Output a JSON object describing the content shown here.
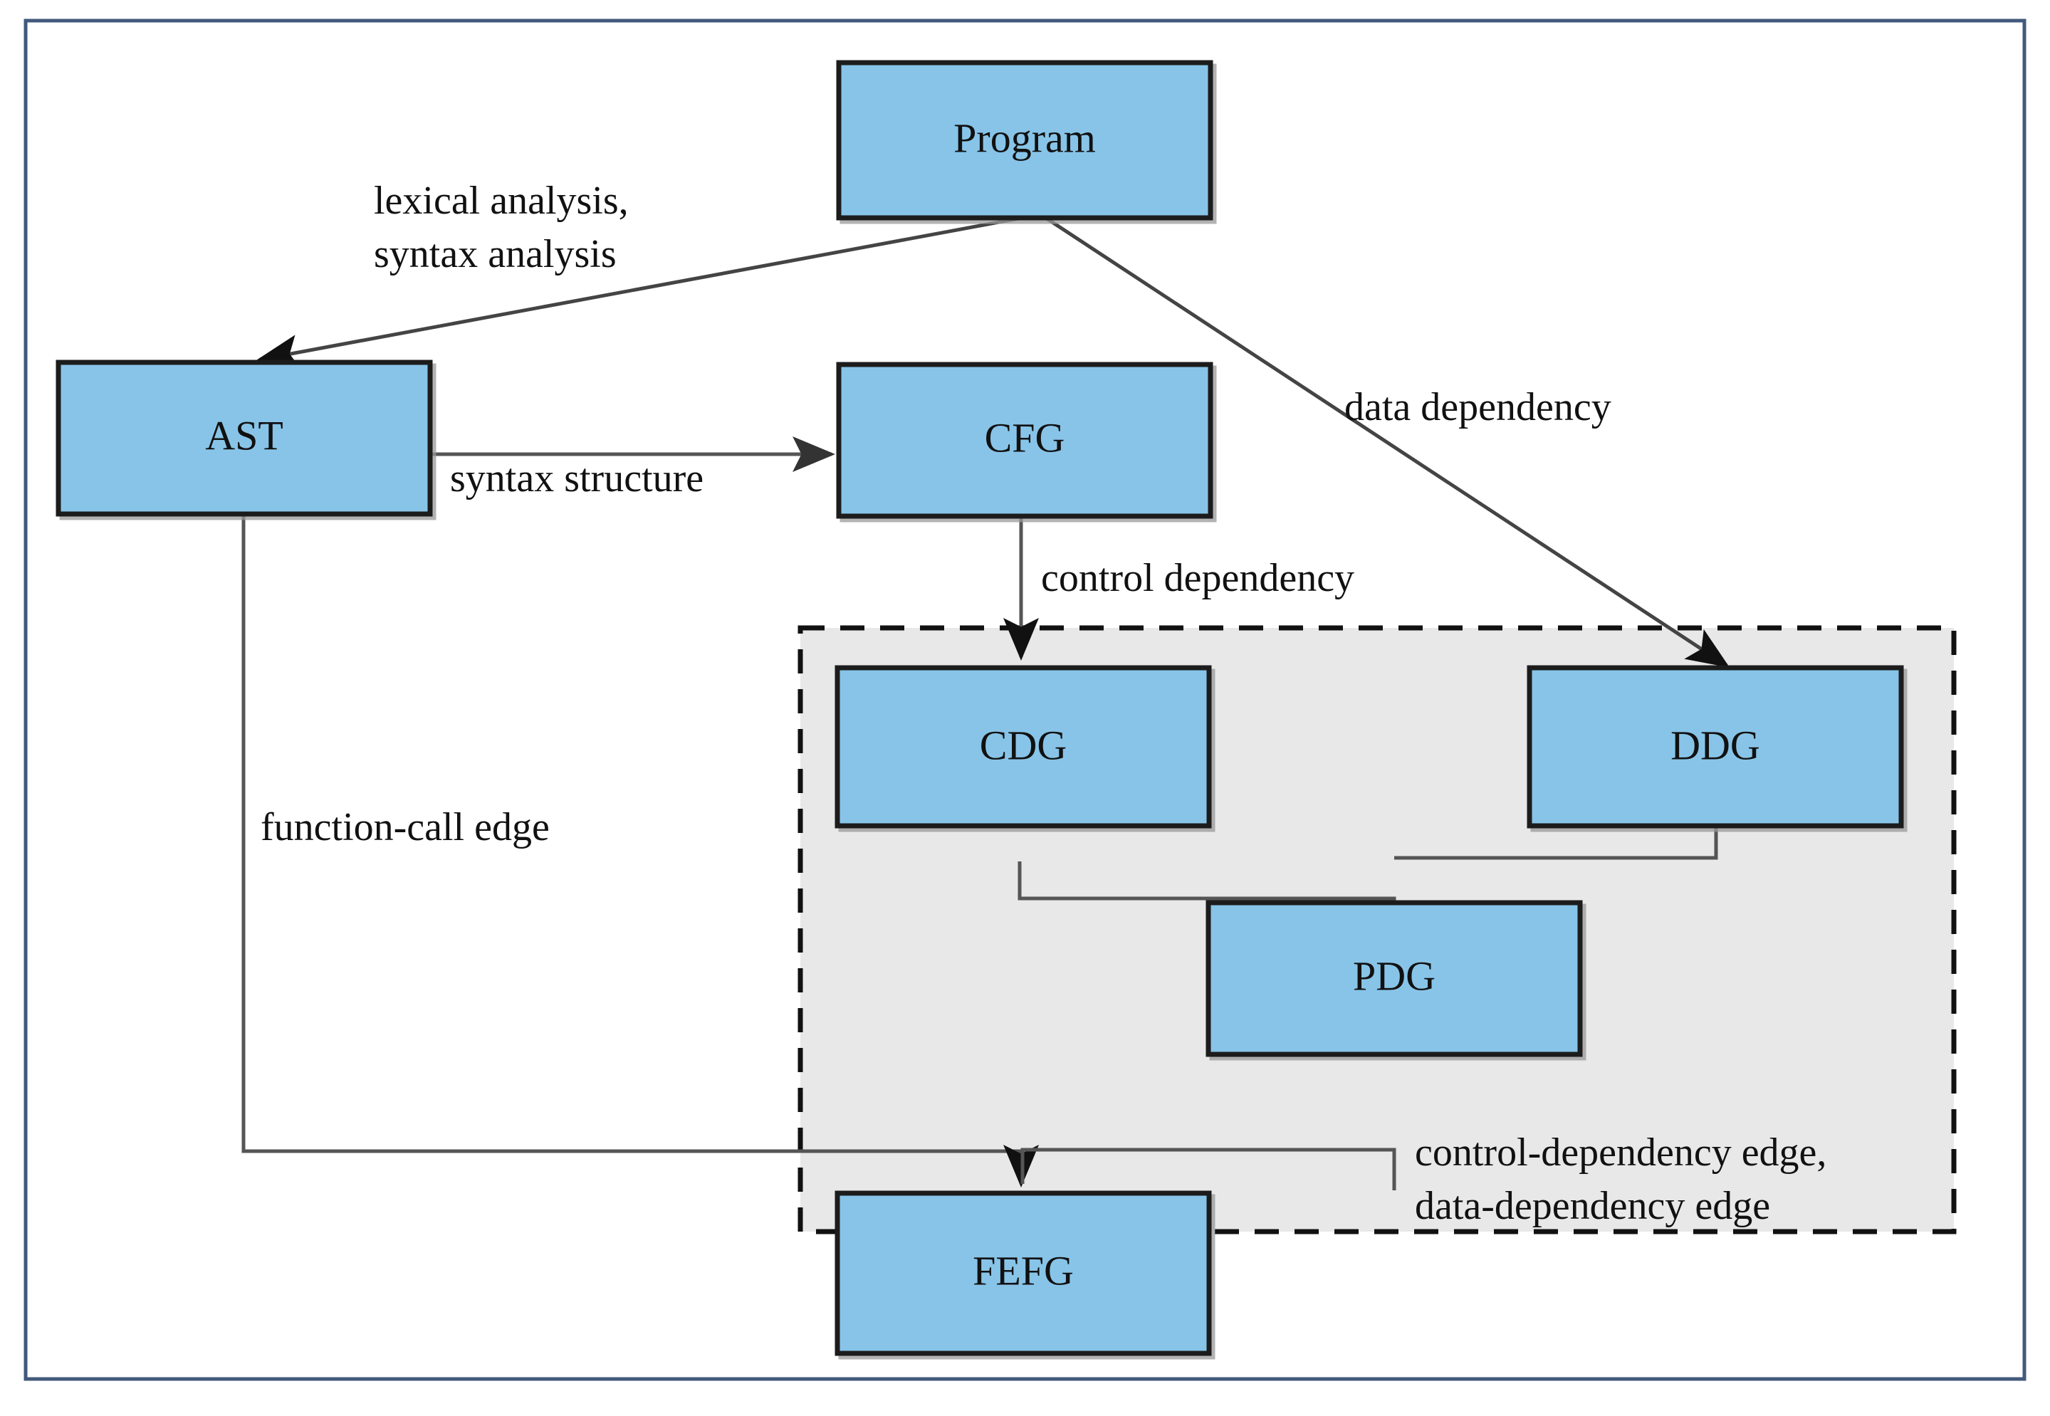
{
  "figure": {
    "type": "flow-diagram",
    "title": "Program representation graph derivation flow",
    "frame": {
      "border_color": "#3f5a7d",
      "background": "#ffffff"
    },
    "colors": {
      "node_fill": "#88c4e8",
      "node_stroke": "#1a1a1a",
      "group_fill": "#e8e8e8",
      "group_stroke": "#111111",
      "edge_stroke": "#555555",
      "text": "#111111"
    },
    "nodes": [
      {
        "id": "program",
        "label": "Program"
      },
      {
        "id": "ast",
        "label": "AST"
      },
      {
        "id": "cfg",
        "label": "CFG"
      },
      {
        "id": "cdg",
        "label": "CDG"
      },
      {
        "id": "ddg",
        "label": "DDG"
      },
      {
        "id": "pdg",
        "label": "PDG"
      },
      {
        "id": "fefg",
        "label": "FEFG"
      }
    ],
    "group": {
      "id": "pdg-group",
      "style": "dashed",
      "members": [
        "cdg",
        "ddg",
        "pdg"
      ]
    },
    "edges": [
      {
        "from": "program",
        "to": "ast",
        "label_lines": [
          "lexical analysis,",
          "syntax analysis"
        ]
      },
      {
        "from": "ast",
        "to": "cfg",
        "label_lines": [
          "syntax structure"
        ]
      },
      {
        "from": "program",
        "to": "ddg",
        "label_lines": [
          "data dependency"
        ]
      },
      {
        "from": "cfg",
        "to": "cdg",
        "label_lines": [
          "control dependency"
        ]
      },
      {
        "from": "cdg",
        "to": "pdg",
        "label_lines": []
      },
      {
        "from": "ddg",
        "to": "pdg",
        "label_lines": []
      },
      {
        "from": "ast",
        "to": "fefg",
        "label_lines": [
          "function-call edge"
        ]
      },
      {
        "from": "pdg",
        "to": "fefg",
        "label_lines": [
          "control-dependency edge,",
          "data-dependency edge"
        ]
      }
    ],
    "labels": {
      "lexical_syntax_l1": "lexical analysis,",
      "lexical_syntax_l2": "syntax analysis",
      "syntax_structure": "syntax structure",
      "data_dependency": "data dependency",
      "control_dependency": "control dependency",
      "function_call_edge": "function-call edge",
      "dep_edge_l1": "control-dependency edge,",
      "dep_edge_l2": "data-dependency edge"
    }
  }
}
